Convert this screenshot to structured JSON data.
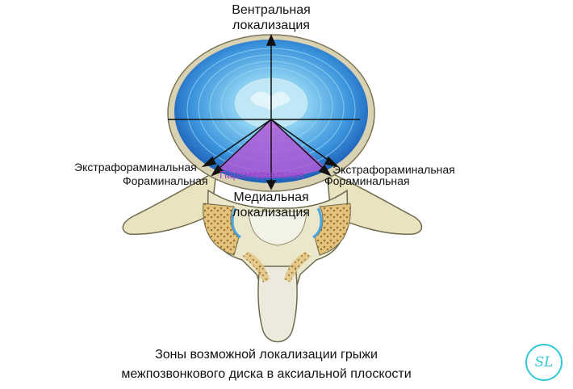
{
  "labels": {
    "ventral_line1": "Вентральная",
    "ventral_line2": "локализация",
    "extraforaminal_left": "Экстрафораминальная",
    "foraminal_left": "Фораминальная",
    "extraforaminal_right": "Экстрафораминальная",
    "foraminal_right": "Фораминальная",
    "paramedial": "Парамедиальная",
    "medial_line1": "Медиальная",
    "medial_line2": "локализация"
  },
  "caption": {
    "line1": "Зоны возможной локализации грыжи",
    "line2": "межпозвонкового диска в аксиальной плоскости"
  },
  "logo": {
    "text": "SL"
  },
  "colors": {
    "disc_outer": "#2b7fd0",
    "disc_ring": "#55b4ea",
    "nucleus": "#c9ecf7",
    "paramedial_zone": "#b05ad6",
    "paramedial_text": "#9a3fc8",
    "bone": "#e8e0b6",
    "cancellous": "#d9b66a",
    "arrow": "#111111",
    "logo": "#35c8d6"
  }
}
